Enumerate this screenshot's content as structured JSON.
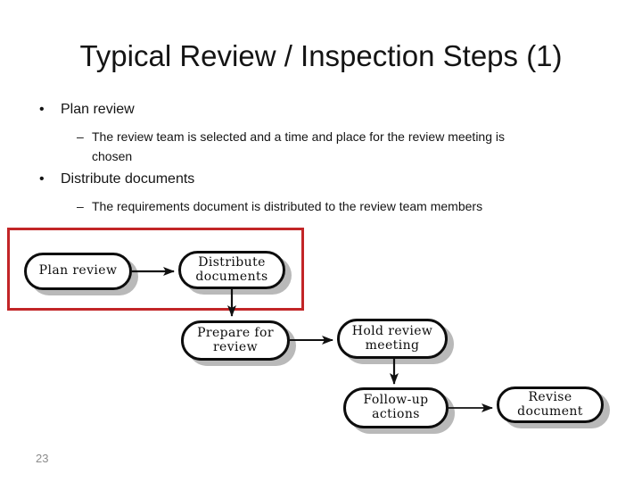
{
  "slide": {
    "title": "Typical Review / Inspection Steps (1)",
    "page_number": "23",
    "background_color": "#ffffff",
    "title_color": "#141414",
    "body_color": "#141414",
    "page_number_color": "#8c8c8c"
  },
  "bullets": {
    "level1_marker": "•",
    "level2_marker": "–",
    "items": [
      {
        "label": "Plan review",
        "sub": [
          "The review team is selected and a time and place for the review meeting is\nchosen"
        ]
      },
      {
        "label": "Distribute documents",
        "sub": [
          "The requirements document is distributed to the review team members"
        ]
      }
    ]
  },
  "diagram": {
    "nodes": [
      {
        "id": "plan-review",
        "label": "Plan review"
      },
      {
        "id": "distribute-documents",
        "label": "Distribute\ndocuments"
      },
      {
        "id": "prepare-for-review",
        "label": "Prepare for\nreview"
      },
      {
        "id": "hold-review-meeting",
        "label": "Hold review\nmeeting"
      },
      {
        "id": "follow-up-actions",
        "label": "Follow-up\nactions"
      },
      {
        "id": "revise-document",
        "label": "Revise\ndocument"
      }
    ],
    "edges": [
      {
        "from": "plan-review",
        "to": "distribute-documents"
      },
      {
        "from": "distribute-documents",
        "to": "prepare-for-review"
      },
      {
        "from": "prepare-for-review",
        "to": "hold-review-meeting"
      },
      {
        "from": "hold-review-meeting",
        "to": "follow-up-actions"
      },
      {
        "from": "follow-up-actions",
        "to": "revise-document"
      }
    ],
    "highlight": {
      "highlighted_nodes": [
        "plan-review",
        "distribute-documents"
      ],
      "color": "#c22527"
    },
    "node_fill": "#ffffff",
    "node_border_color": "#0d0d0d",
    "shadow_color": "#b9b9b9",
    "arrow_color": "#111111"
  }
}
